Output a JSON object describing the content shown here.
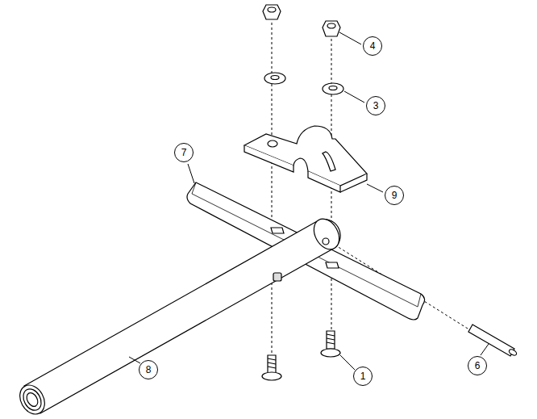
{
  "diagram": {
    "labels": [
      "4",
      "3",
      "7",
      "9",
      "1",
      "6",
      "8"
    ]
  }
}
